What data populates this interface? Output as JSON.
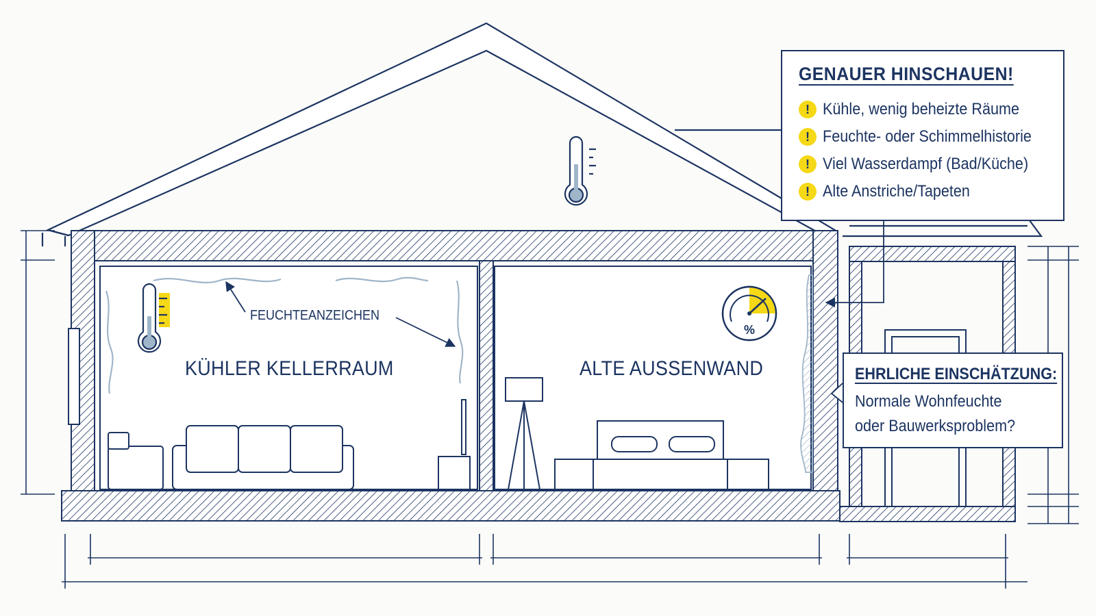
{
  "check_box": {
    "title": "GENAUER HINSCHAUEN!",
    "items": [
      {
        "icon": "exclamation-icon",
        "label": "Kühle, wenig beheizte Räume"
      },
      {
        "icon": "exclamation-icon",
        "label": "Feuchte- oder Schimmelhistorie"
      },
      {
        "icon": "exclamation-icon",
        "label": "Viel Wasserdampf (Bad/Küche)"
      },
      {
        "icon": "exclamation-icon",
        "label": "Alte Anstriche/Tapeten"
      }
    ]
  },
  "assessment_box": {
    "title": "EHRLICHE EINSCHÄTZUNG:",
    "line1": "Normale Wohnfeuchte",
    "line2": "oder Bauwerksproblem?"
  },
  "rooms": {
    "left": "KÜHLER KELLERRAUM",
    "middle": "ALTE AUSSENWAND"
  },
  "annotation": "FEUCHTEANZEICHEN",
  "hygrometer_symbol": "%",
  "warning_glyph": "!",
  "colors": {
    "ink": "#1c3461",
    "accent": "#f5d816",
    "moisture": "#9fb5c9",
    "paper": "#fbfbf9"
  }
}
